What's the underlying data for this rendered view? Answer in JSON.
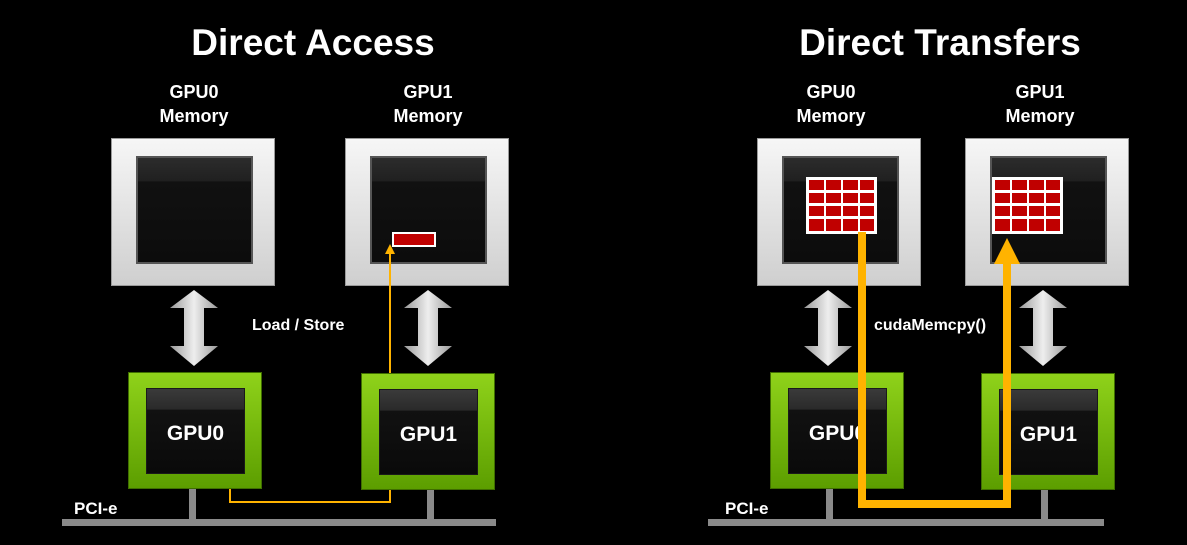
{
  "left": {
    "title": "Direct Access",
    "gpu0_mem": [
      "GPU0",
      "Memory"
    ],
    "gpu1_mem": [
      "GPU1",
      "Memory"
    ],
    "gpu0": "GPU0",
    "gpu1": "GPU1",
    "operation": "Load / Store",
    "bus": "PCI-e"
  },
  "right": {
    "title": "Direct Transfers",
    "gpu0_mem": [
      "GPU0",
      "Memory"
    ],
    "gpu1_mem": [
      "GPU1",
      "Memory"
    ],
    "gpu0": "GPU0",
    "gpu1": "GPU1",
    "operation": "cudaMemcpy()",
    "bus": "PCI-e"
  },
  "colors": {
    "gpu_green": "#76b900",
    "memory_block_red": "#c00000",
    "path_orange": "#ffb300",
    "bus_gray": "#8a8a8a"
  }
}
